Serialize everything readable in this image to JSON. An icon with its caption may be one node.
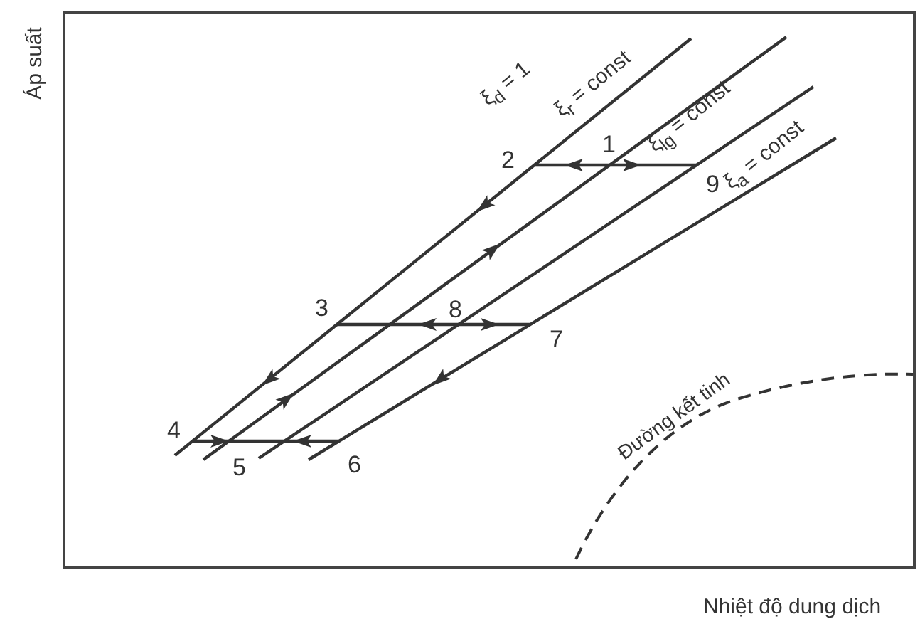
{
  "diagram": {
    "labels": [
      "Áp suất",
      "ξ$_{d}$ = 1",
      "ξ$_{r}$ = const",
      "ξ$_{lg}$ = const",
      "ξ$_{a}$ = const",
      "2",
      "1",
      "9",
      "3",
      "8",
      "7",
      "4",
      "5",
      "6",
      "Đường kết tinh",
      "Nhiệt độ dung dịch"
    ]
  }
}
